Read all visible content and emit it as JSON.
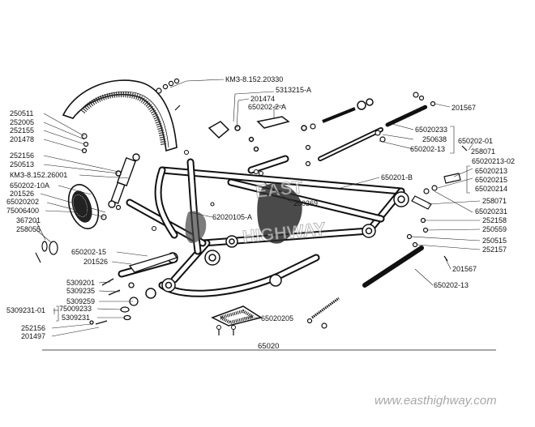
{
  "title_code": "65020",
  "watermark": "www.easthighway.com",
  "labels": {
    "l_km3_20330": "КМЗ-8.152.20330",
    "l_5313215a": "5313215-А",
    "l_201474": "201474",
    "l_650202_2a": "650202-2-А",
    "l_201567_top": "201567",
    "l_250511": "250511",
    "l_252005": "252005",
    "l_252155": "252155",
    "l_201478": "201478",
    "l_65020233": "65020233",
    "l_250638": "250638",
    "l_650202_13_top": "650202-13",
    "l_650202_01": "650202-01",
    "l_258071_top": "258071",
    "l_65020213_02": "65020213-02",
    "l_65020213": "65020213",
    "l_65020215": "65020215",
    "l_65020214": "65020214",
    "l_252156_left": "252156",
    "l_250513": "250513",
    "l_km3_26001": "КМЗ-8.152.26001",
    "l_650202_10a": "650202-10А",
    "l_201526_left": "201526",
    "l_65020202": "65020202",
    "l_75006400": "75006400",
    "l_367201": "367201",
    "l_258055": "258055",
    "l_650201_b": "650201-В",
    "l_200369": "200369",
    "l_62020105a": "62020105-А",
    "l_258071_right": "258071",
    "l_65020231": "65020231",
    "l_252158": "252158",
    "l_250559": "250559",
    "l_250515": "250515",
    "l_252157": "252157",
    "l_650202_15": "650202-15",
    "l_201526_mid": "201526",
    "l_201567_bottom": "201567",
    "l_5309201": "5309201",
    "l_5309235": "5309235",
    "l_5309259": "5309259",
    "l_5309231_01": "5309231-01",
    "l_75009233": "75009233",
    "l_5309231": "5309231",
    "l_650202_13_bottom": "650202-13",
    "l_252156_bottom": "252156",
    "l_201497": "201497",
    "l_65020205": "65020205"
  }
}
